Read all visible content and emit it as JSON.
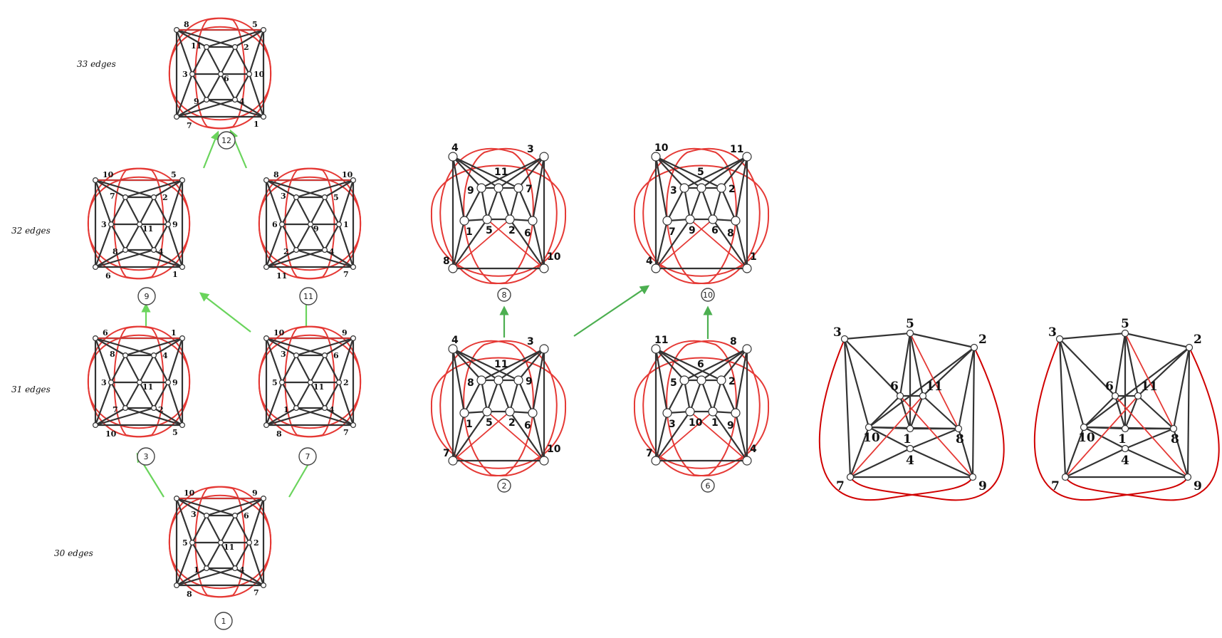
{
  "colors": {
    "edge": "#333333",
    "highlight": "#e53935",
    "arrow_light": "#6ad45c",
    "arrow_dark": "#4caf50",
    "big_graph_red": "#d00000"
  },
  "row_labels": {
    "e33": "33 edges",
    "e32": "32 edges",
    "e31": "31 edges",
    "e30": "30 edges"
  },
  "graphs": [
    {
      "id": "g12",
      "badge": "12",
      "style": "serif",
      "labels": {
        "tl": "8",
        "tr": "5",
        "ul": "11",
        "ur": "2",
        "ml": "3",
        "mc": "6",
        "mr": "10",
        "ll": "9",
        "lr": "4",
        "bl": "7",
        "br": "1"
      }
    },
    {
      "id": "g9",
      "badge": "9",
      "style": "serif",
      "labels": {
        "tl": "10",
        "tr": "5",
        "ul": "7",
        "ur": "2",
        "ml": "3",
        "mc": "11",
        "mr": "9",
        "ll": "8",
        "lr": "4",
        "bl": "6",
        "br": "1"
      }
    },
    {
      "id": "g11",
      "badge": "11",
      "style": "serif",
      "labels": {
        "tl": "8",
        "tr": "10",
        "ul": "3",
        "ur": "5",
        "ml": "6",
        "mc": "9",
        "mr": "1",
        "ll": "2",
        "lr": "4",
        "bl": "11",
        "br": "7"
      }
    },
    {
      "id": "g3",
      "badge": "3",
      "style": "serif",
      "labels": {
        "tl": "6",
        "tr": "1",
        "ul": "8",
        "ur": "4",
        "ml": "3",
        "mc": "11",
        "mr": "9",
        "ll": "7",
        "lr": "2",
        "bl": "10",
        "br": "5"
      }
    },
    {
      "id": "g7",
      "badge": "7",
      "style": "serif",
      "labels": {
        "tl": "10",
        "tr": "9",
        "ul": "3",
        "ur": "6",
        "ml": "5",
        "mc": "11",
        "mr": "2",
        "ll": "1",
        "lr": "4",
        "bl": "8",
        "br": "7"
      }
    },
    {
      "id": "g1",
      "badge": "1",
      "style": "serif",
      "labels": {
        "tl": "10",
        "tr": "9",
        "ul": "3",
        "ur": "6",
        "ml": "5",
        "mc": "11",
        "mr": "2",
        "ll": "1",
        "lr": "4",
        "bl": "8",
        "br": "7"
      }
    },
    {
      "id": "g8",
      "badge": "8",
      "style": "sans",
      "labels": {
        "tl": "4",
        "tr": "3",
        "top": "11",
        "u1": "9",
        "u4": "7",
        "l1": "1",
        "l2": "5",
        "l3": "2",
        "l4": "6",
        "bl": "8",
        "br": "10"
      }
    },
    {
      "id": "g10",
      "badge": "10",
      "style": "sans",
      "labels": {
        "tl": "10",
        "tr": "11",
        "top": "5",
        "u1": "3",
        "u4": "2",
        "l1": "7",
        "l2": "9",
        "l3": "6",
        "l4": "8",
        "bl": "4",
        "br": "1"
      }
    },
    {
      "id": "g2",
      "badge": "2",
      "style": "sans",
      "labels": {
        "tl": "4",
        "tr": "3",
        "top": "11",
        "u1": "8",
        "u4": "9",
        "l1": "1",
        "l2": "5",
        "l3": "2",
        "l4": "6",
        "bl": "7",
        "br": "10"
      }
    },
    {
      "id": "g6",
      "badge": "6",
      "style": "sans",
      "labels": {
        "tl": "11",
        "tr": "8",
        "top": "6",
        "u1": "5",
        "u4": "2",
        "l1": "3",
        "l2": "10",
        "l3": "1",
        "l4": "9",
        "bl": "7",
        "br": "4"
      }
    }
  ],
  "big_graphs": [
    {
      "id": "big1",
      "labels": {
        "a": "3",
        "b": "5",
        "c": "2",
        "d": "6",
        "e": "11",
        "f": "10",
        "g": "1",
        "h": "8",
        "i": "4",
        "j": "7",
        "k": "9"
      }
    },
    {
      "id": "big2",
      "labels": {
        "a": "3",
        "b": "5",
        "c": "2",
        "d": "6",
        "e": "11",
        "f": "10",
        "g": "1",
        "h": "8",
        "i": "4",
        "j": "7",
        "k": "9"
      }
    }
  ]
}
